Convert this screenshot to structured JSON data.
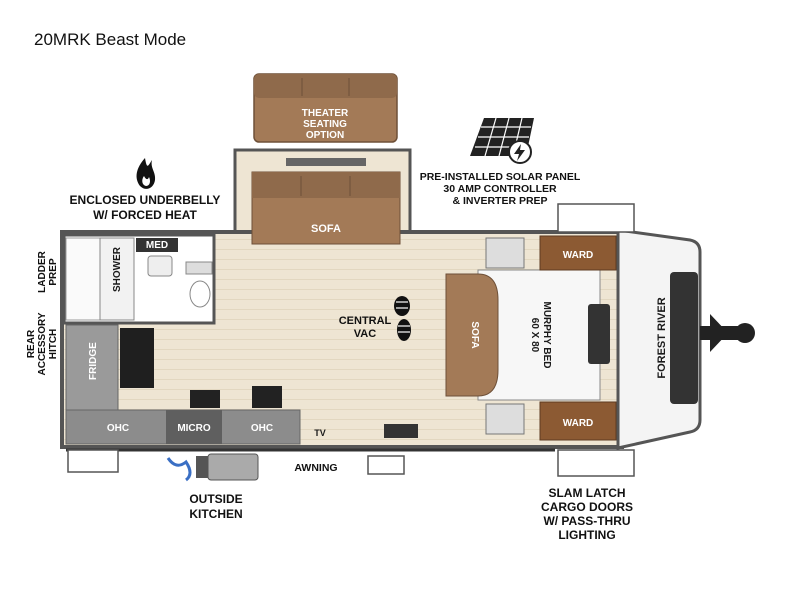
{
  "title": "20MRK Beast Mode",
  "callouts": {
    "theater_seating": [
      "THEATER",
      "SEATING",
      "OPTION"
    ],
    "solar": [
      "PRE-INSTALLED SOLAR PANEL",
      "30 AMP CONTROLLER",
      "& INVERTER PREP"
    ],
    "underbelly": [
      "ENCLOSED UNDERBELLY",
      "W/ FORCED HEAT"
    ],
    "ladder_prep": [
      "LADDER",
      "PREP"
    ],
    "rear_hitch": [
      "REAR",
      "ACCESSORY",
      "HITCH"
    ],
    "central_vac": [
      "CENTRAL",
      "VAC"
    ],
    "outside_kitchen": [
      "OUTSIDE",
      "KITCHEN"
    ],
    "awning": "AWNING",
    "cargo_doors": [
      "SLAM LATCH",
      "CARGO DOORS",
      "W/ PASS-THRU",
      "LIGHTING"
    ]
  },
  "rooms": {
    "sofa_top": "SOFA",
    "sofa_front": "SOFA",
    "med": "MED",
    "shower": "SHOWER",
    "fridge": "FRIDGE",
    "ohc_left": "OHC",
    "micro": "MICRO",
    "ohc_right": "OHC",
    "tv": "TV",
    "ward_top": "WARD",
    "ward_bottom": "WARD",
    "murphy_bed": [
      "60 X 80",
      "MURPHY BED"
    ],
    "brand": "FOREST RIVER"
  },
  "colors": {
    "sofa": "#a37a57",
    "floor": "#ece3d0",
    "counter": "#8c8c8c",
    "micro": "#5f5f5f",
    "wall": "#5a5a5a",
    "ward": "#8c5a33"
  }
}
